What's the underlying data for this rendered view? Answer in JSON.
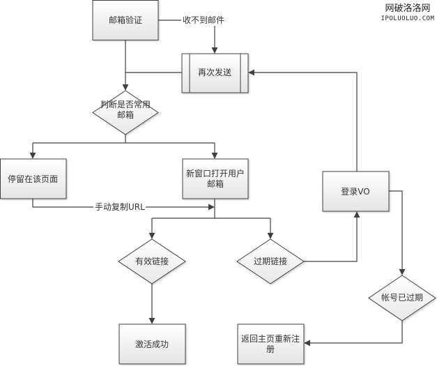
{
  "title": "邮箱验证流程图",
  "watermark": {
    "line1": "网破洛洛网",
    "line2": "IPOLUOLUO.COM"
  },
  "colors": {
    "stroke": "#404040",
    "fill_top": "#ffffff",
    "fill_bottom": "#e6e6e6",
    "text": "#333333",
    "background": "#ffffff"
  },
  "nodes": {
    "email_verify": {
      "label": [
        "邮箱验证"
      ],
      "shape": "rect"
    },
    "resend": {
      "label": [
        "再次发送"
      ],
      "shape": "subprocess"
    },
    "is_common_email": {
      "label": [
        "判断是否常用",
        "邮箱"
      ],
      "shape": "diamond"
    },
    "stay_on_page": {
      "label": [
        "停留在该页面"
      ],
      "shape": "rect"
    },
    "open_mailbox": {
      "label": [
        "新窗口打开用户",
        "邮箱"
      ],
      "shape": "rect"
    },
    "valid_link": {
      "label": [
        "有效链接"
      ],
      "shape": "diamond"
    },
    "expired_link": {
      "label": [
        "过期链接"
      ],
      "shape": "diamond"
    },
    "login_vo": {
      "label": [
        "登录VO"
      ],
      "shape": "rect"
    },
    "account_expired": {
      "label": [
        "帐号已过期"
      ],
      "shape": "diamond"
    },
    "activate_success": {
      "label": [
        "激活成功"
      ],
      "shape": "rect"
    },
    "back_home_reregister": {
      "label": [
        "返回主页重新注",
        "册"
      ],
      "shape": "rect"
    }
  },
  "edges": [
    {
      "from": "email_verify",
      "to": "resend",
      "label": "收不到邮件"
    },
    {
      "from": "email_verify",
      "to": "is_common_email",
      "label": ""
    },
    {
      "from": "resend",
      "to": "is_common_email",
      "label": ""
    },
    {
      "from": "is_common_email",
      "to": "stay_on_page",
      "label": ""
    },
    {
      "from": "is_common_email",
      "to": "open_mailbox",
      "label": ""
    },
    {
      "from": "stay_on_page",
      "to": "open_mailbox",
      "label": "手动复制URL"
    },
    {
      "from": "open_mailbox",
      "to": "valid_link",
      "label": ""
    },
    {
      "from": "open_mailbox",
      "to": "expired_link",
      "label": ""
    },
    {
      "from": "expired_link",
      "to": "login_vo",
      "label": ""
    },
    {
      "from": "login_vo",
      "to": "resend",
      "label": ""
    },
    {
      "from": "login_vo",
      "to": "account_expired",
      "label": ""
    },
    {
      "from": "account_expired",
      "to": "back_home_reregister",
      "label": ""
    },
    {
      "from": "valid_link",
      "to": "activate_success",
      "label": ""
    }
  ]
}
